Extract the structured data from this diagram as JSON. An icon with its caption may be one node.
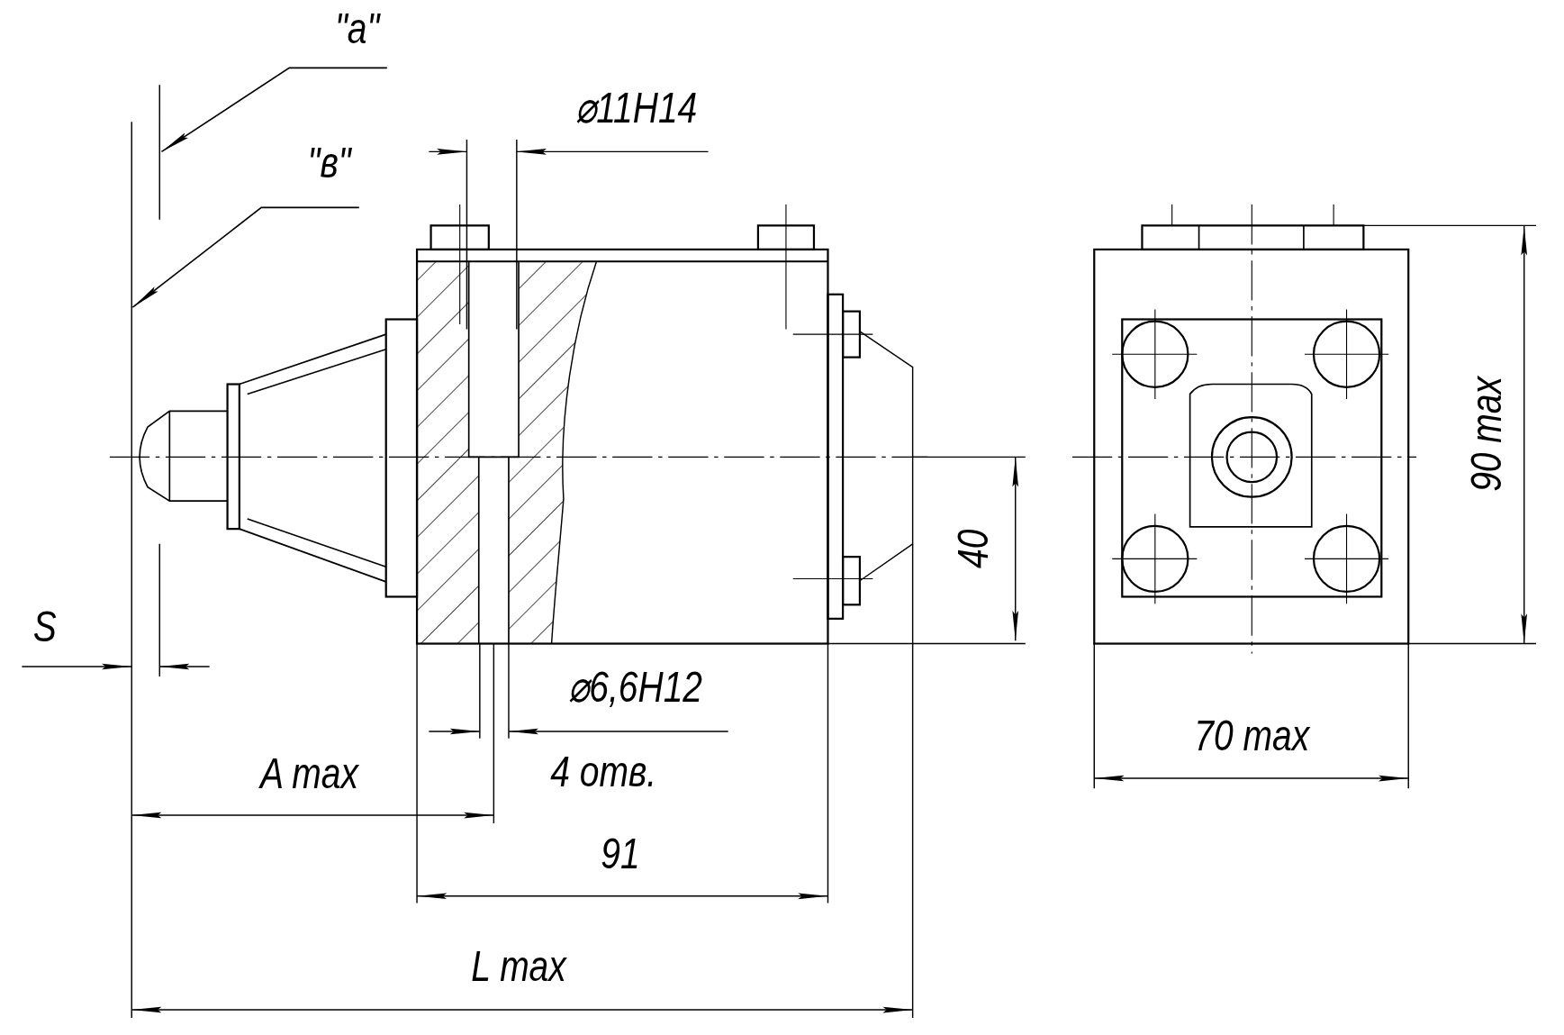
{
  "diagram": {
    "nodes": [
      {
        "text": [
          "\"а\""
        ]
      },
      {
        "text": [
          "\"в\""
        ]
      }
    ],
    "edges": [
      {
        "from": 0,
        "to": null,
        "arrow": "to"
      },
      {
        "from": 1,
        "to": null,
        "arrow": "to"
      }
    ],
    "labels": [
      "⌀11H14",
      "S",
      "40",
      "90 max",
      "⌀6,6H12",
      "70 max",
      "A max",
      "4 отв.",
      "91",
      "L max"
    ]
  }
}
